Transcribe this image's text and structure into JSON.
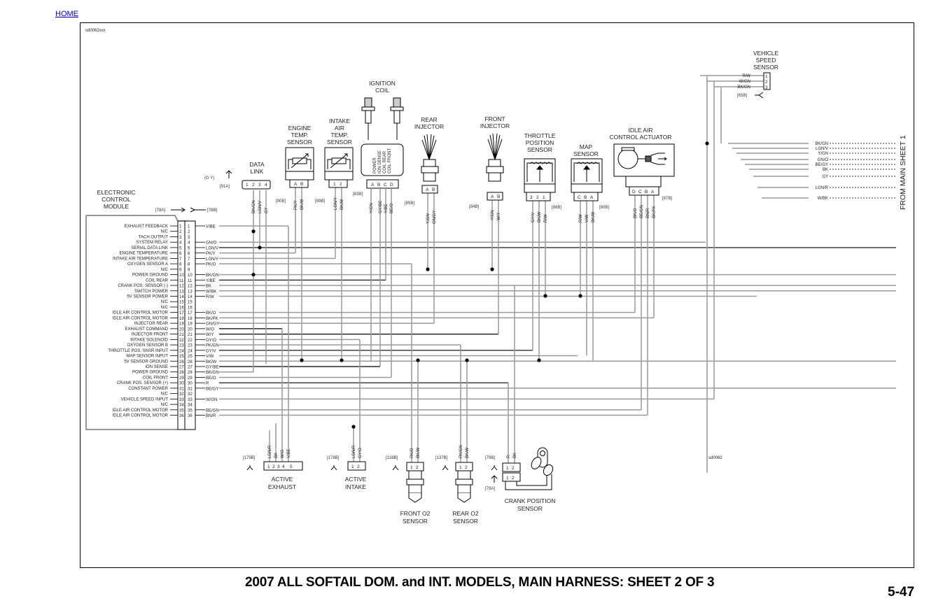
{
  "nav": {
    "home_link": "HOME"
  },
  "diagram_ids": {
    "top_left": "sd0062xxx",
    "bottom_right": "sd0062"
  },
  "footer": {
    "title": "2007 ALL SOFTAIL DOM. and INT. MODELS, MAIN HARNESS: SHEET 2 OF 3",
    "page_number": "5-47"
  },
  "ecm": {
    "title_lines": [
      "ELECTRONIC",
      "CONTROL",
      "MODULE"
    ],
    "connector_a": "[78A]",
    "connector_b": "[78B]",
    "pins": [
      {
        "n": "1",
        "label": "EXHAUST FEEDBACK",
        "wire": "V/BE"
      },
      {
        "n": "2",
        "label": "N/C",
        "wire": ""
      },
      {
        "n": "3",
        "label": "TACH OUTPUT",
        "wire": ""
      },
      {
        "n": "4",
        "label": "SYSTEM RELAY",
        "wire": "GN/O"
      },
      {
        "n": "5",
        "label": "SERIAL DATA LINK",
        "wire": "LGN/V"
      },
      {
        "n": "6",
        "label": "ENGINE TEMPERATURE",
        "wire": "PK/Y"
      },
      {
        "n": "7",
        "label": "INTAKE AIR TEMPERATURE",
        "wire": "LGN/Y"
      },
      {
        "n": "8",
        "label": "OXYGEN SENSOR  A",
        "wire": "PK/O"
      },
      {
        "n": "9",
        "label": "N/C",
        "wire": ""
      },
      {
        "n": "10",
        "label": "POWER GROUND",
        "wire": "BK/GN"
      },
      {
        "n": "11",
        "label": "COIL REAR",
        "wire": "Y/BE"
      },
      {
        "n": "12",
        "label": "CRANK POS. SENSOR (-)",
        "wire": "BK"
      },
      {
        "n": "13",
        "label": "SWITCH POWER",
        "wire": "W/BK"
      },
      {
        "n": "14",
        "label": "5V SENSOR POWER",
        "wire": "R/W"
      },
      {
        "n": "15",
        "label": "N/C",
        "wire": ""
      },
      {
        "n": "16",
        "label": "N/C",
        "wire": ""
      },
      {
        "n": "17",
        "label": "IDLE AIR CONTROL MOTOR",
        "wire": "BK/O"
      },
      {
        "n": "18",
        "label": "IDLE AIR CONTROL MOTOR",
        "wire": "BK/PK"
      },
      {
        "n": "19",
        "label": "INJECTOR REAR",
        "wire": "GN/GY"
      },
      {
        "n": "20",
        "label": "EXHAUST COMMAND",
        "wire": "W/O"
      },
      {
        "n": "21",
        "label": "INJECTOR FRONT",
        "wire": "W/Y"
      },
      {
        "n": "22",
        "label": "INTAKE SOLENOID",
        "wire": "GY/O"
      },
      {
        "n": "23",
        "label": "OXYGEN SENSOR  B",
        "wire": "PK/GN"
      },
      {
        "n": "24",
        "label": "THROTTLE POS. SNSR INPUT",
        "wire": "GY/V"
      },
      {
        "n": "25",
        "label": "MAP SENSOR INPUT",
        "wire": "V/W"
      },
      {
        "n": "26",
        "label": "5V SENSOR GROUND",
        "wire": "BK/W"
      },
      {
        "n": "27",
        "label": "ION SENSE",
        "wire": "GY/BE"
      },
      {
        "n": "28",
        "label": "POWER GROUND",
        "wire": "BK/GN"
      },
      {
        "n": "29",
        "label": "COIL FRONT",
        "wire": "BE/O"
      },
      {
        "n": "30",
        "label": "CRANK POS. SENSOR (+)",
        "wire": "R"
      },
      {
        "n": "31",
        "label": "CONSTANT POWER",
        "wire": "BE/GY"
      },
      {
        "n": "32",
        "label": "N/C",
        "wire": ""
      },
      {
        "n": "33",
        "label": "VEHICLE SPEED INPUT",
        "wire": "W/GN"
      },
      {
        "n": "34",
        "label": "N/C",
        "wire": ""
      },
      {
        "n": "35",
        "label": "IDLE AIR CONTROL MOTOR",
        "wire": "BE/GN"
      },
      {
        "n": "36",
        "label": "IDLE AIR CONTROL MOTOR",
        "wire": "BN/R"
      }
    ]
  },
  "components": {
    "data_link": {
      "title_lines": [
        "DATA",
        "LINK"
      ],
      "connector": "[91A]",
      "note": "(G Y)",
      "pins": [
        "1",
        "2",
        "3",
        "4"
      ],
      "wires": [
        "BK/GN",
        "LGN/V",
        "GY"
      ]
    },
    "engine_temp": {
      "title_lines": [
        "ENGINE",
        "TEMP.",
        "SENSOR"
      ],
      "connector": "[90B]",
      "pins": [
        "A",
        "B"
      ],
      "wires": [
        "PK/Y",
        "BK/W"
      ]
    },
    "intake_air_temp": {
      "title_lines": [
        "INTAKE",
        "AIR",
        "TEMP.",
        "SENSOR"
      ],
      "connector": "[89B]",
      "pins": [
        "1",
        "2"
      ],
      "wires": [
        "LGN/Y",
        "BK/W"
      ]
    },
    "ignition_coil": {
      "title_lines": [
        "IGNITION",
        "COIL"
      ],
      "connector": "[83B]",
      "pins": [
        "A",
        "B",
        "C",
        "D"
      ],
      "functions": [
        "POWER",
        "ION DENSE",
        "COIL REAR",
        "COIL FRONT"
      ],
      "wires": [
        "Y/GN",
        "GY/BE",
        "Y/BE",
        "BE/O"
      ]
    },
    "rear_injector": {
      "title_lines": [
        "REAR",
        "INJECTOR"
      ],
      "connector": "[85B]",
      "pins": [
        "A",
        "B"
      ],
      "wires": [
        "Y/GN",
        "GN/GY"
      ]
    },
    "front_injector": {
      "title_lines": [
        "FRONT",
        "INJECTOR"
      ],
      "connector": "[84B]",
      "pins": [
        "A",
        "B"
      ],
      "wires": [
        "Y/GN",
        "W/Y"
      ]
    },
    "throttle_position": {
      "title_lines": [
        "THROTTLE",
        "POSITION",
        "SENSOR"
      ],
      "connector": "[88B]",
      "pins": [
        "3",
        "2",
        "1"
      ],
      "wires": [
        "GY/V",
        "BK/W",
        "R/W"
      ]
    },
    "map_sensor": {
      "title_lines": [
        "MAP",
        "SENSOR"
      ],
      "connector": "[80B]",
      "pins": [
        "C",
        "B",
        "A"
      ],
      "wires": [
        "R/W",
        "V/W",
        "BK/W"
      ]
    },
    "idle_air": {
      "title_lines": [
        "IDLE AIR",
        "CONTROL ACTUATOR"
      ],
      "connector": "[87B]",
      "pins": [
        "D",
        "C",
        "B",
        "A"
      ],
      "wires": [
        "BK/O",
        "BE/GN",
        "BN/R",
        "BK/PK"
      ]
    },
    "vehicle_speed": {
      "title_lines": [
        "VEHICLE",
        "SPEED",
        "SENSOR"
      ],
      "connector": "[65B]",
      "pins": [
        "1",
        "2",
        "3"
      ],
      "wires": [
        "R/W",
        "W/GN",
        "BK/GN"
      ]
    },
    "active_exhaust": {
      "title_lines": [
        "ACTIVE",
        "EXHAUST"
      ],
      "connector": "[179B]",
      "pins": [
        "1",
        "2",
        "3",
        "4",
        "5"
      ],
      "wires": [
        "LGN/R",
        "BK",
        "W/O",
        "V/BE"
      ]
    },
    "active_intake": {
      "title_lines": [
        "ACTIVE",
        "INTAKE"
      ],
      "connector": "[178B]",
      "pins": [
        "1",
        "2"
      ],
      "wires": [
        "LGN/R",
        "GY/O"
      ]
    },
    "front_o2": {
      "title_lines": [
        "FRONT O2",
        "SENSOR"
      ],
      "connector": "[138B]",
      "pins": [
        "1",
        "2"
      ],
      "wires": [
        "PK/O",
        "BK/W"
      ]
    },
    "rear_o2": {
      "title_lines": [
        "REAR O2",
        "SENSOR"
      ],
      "connector": "[137B]",
      "pins": [
        "1",
        "2"
      ],
      "wires": [
        "PK/GN",
        "BK/W"
      ]
    },
    "crank_position": {
      "title_lines": [
        "CRANK POSITION",
        "SENSOR"
      ],
      "connector_b": "[79B]",
      "connector_a": "[79A]",
      "pins": [
        "1",
        "2"
      ],
      "wires": [
        "R",
        "BK"
      ]
    }
  },
  "from_main": {
    "label": "FROM MAIN SHEET 1",
    "wires": [
      "BK/GN",
      "LGN/V",
      "Y/GN",
      "GN/O",
      "BE/GY",
      "BK",
      "GY",
      "LGN/R",
      "W/BK"
    ]
  }
}
